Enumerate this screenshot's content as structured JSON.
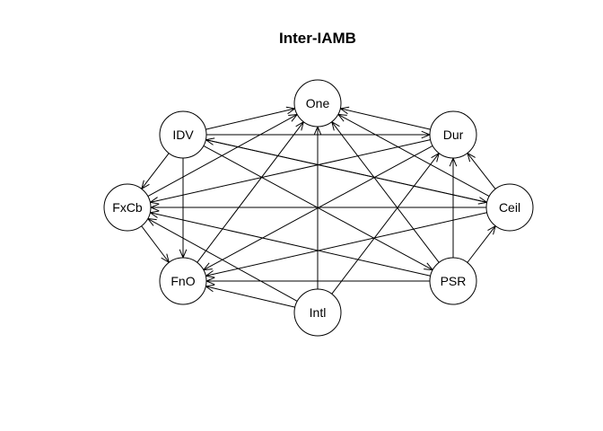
{
  "title": "Inter-IAMB",
  "colors": {
    "background": "#ffffff",
    "stroke": "#000000",
    "node_fill": "#ffffff"
  },
  "nodes": [
    {
      "id": "One",
      "label": "One"
    },
    {
      "id": "IDV",
      "label": "IDV"
    },
    {
      "id": "Dur",
      "label": "Dur"
    },
    {
      "id": "FxCb",
      "label": "FxCb"
    },
    {
      "id": "Ceil",
      "label": "Ceil"
    },
    {
      "id": "FnO",
      "label": "FnO"
    },
    {
      "id": "PSR",
      "label": "PSR"
    },
    {
      "id": "Intl",
      "label": "Intl"
    }
  ],
  "edges": [
    {
      "from": "IDV",
      "to": "One"
    },
    {
      "from": "IDV",
      "to": "Dur"
    },
    {
      "from": "IDV",
      "to": "FxCb"
    },
    {
      "from": "IDV",
      "to": "FnO"
    },
    {
      "from": "IDV",
      "to": "Ceil"
    },
    {
      "from": "IDV",
      "to": "PSR"
    },
    {
      "from": "Dur",
      "to": "One"
    },
    {
      "from": "Dur",
      "to": "FxCb"
    },
    {
      "from": "Dur",
      "to": "FnO"
    },
    {
      "from": "Ceil",
      "to": "One"
    },
    {
      "from": "Ceil",
      "to": "Dur"
    },
    {
      "from": "Ceil",
      "to": "IDV"
    },
    {
      "from": "Ceil",
      "to": "FxCb"
    },
    {
      "from": "Ceil",
      "to": "FnO"
    },
    {
      "from": "FxCb",
      "to": "One"
    },
    {
      "from": "FxCb",
      "to": "FnO"
    },
    {
      "from": "FnO",
      "to": "One"
    },
    {
      "from": "PSR",
      "to": "One"
    },
    {
      "from": "PSR",
      "to": "Dur"
    },
    {
      "from": "PSR",
      "to": "Ceil"
    },
    {
      "from": "PSR",
      "to": "FxCb"
    },
    {
      "from": "PSR",
      "to": "FnO"
    },
    {
      "from": "Intl",
      "to": "One"
    },
    {
      "from": "Intl",
      "to": "Dur"
    },
    {
      "from": "Intl",
      "to": "FxCb"
    },
    {
      "from": "Intl",
      "to": "FnO"
    }
  ]
}
